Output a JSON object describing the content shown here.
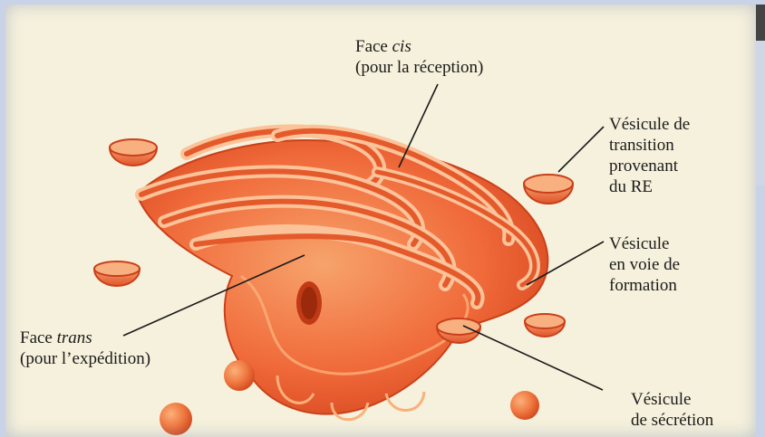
{
  "diagram": {
    "colors": {
      "background": "#f6f1dc",
      "organelle_fill": "#f06a3a",
      "organelle_light": "#f7a36c",
      "organelle_dark": "#d4431c",
      "line": "#1a1a1a"
    },
    "labels": {
      "cis": {
        "line1_prefix": "Face ",
        "line1_italic": "cis",
        "line2": "(pour la réception)"
      },
      "trans": {
        "line1_prefix": "Face ",
        "line1_italic": "trans",
        "line2": "(pour l’expédition)"
      },
      "transition_vesicle": {
        "lines": [
          "Vésicule de",
          "transition",
          "provenant",
          "du RE"
        ]
      },
      "forming_vesicle": {
        "lines": [
          "Vésicule",
          "en voie de",
          "formation"
        ]
      },
      "secretion_vesicle": {
        "lines": [
          "Vésicule",
          "de sécrétion"
        ]
      }
    }
  }
}
